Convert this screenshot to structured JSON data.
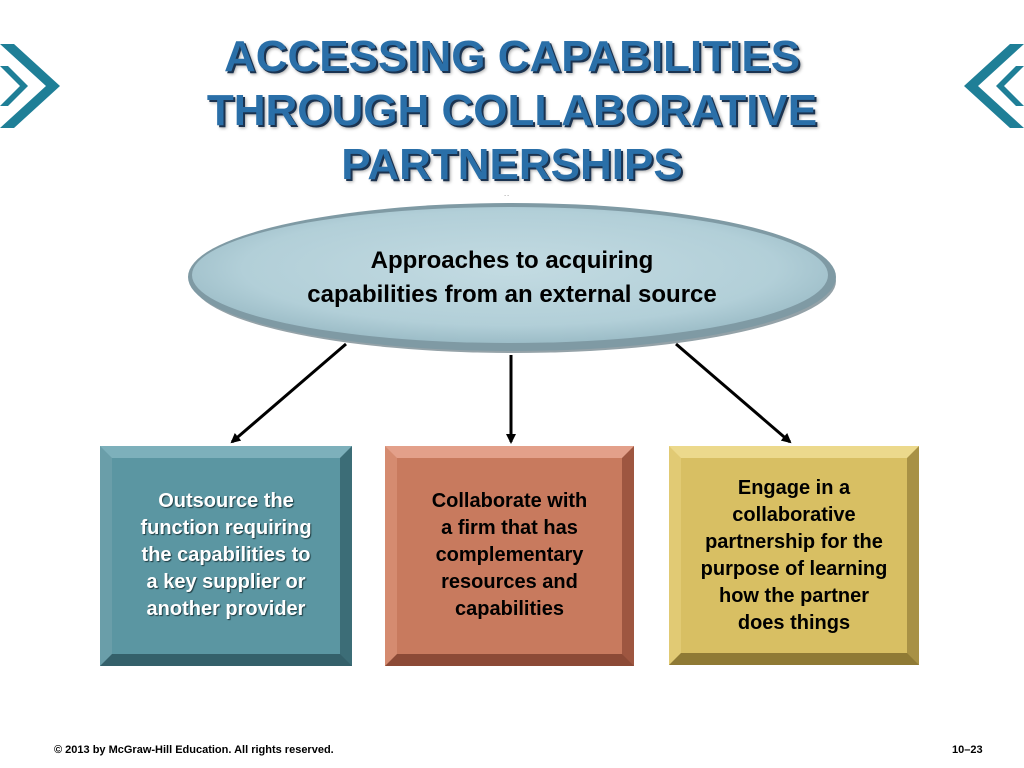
{
  "title": {
    "line1": "ACCESSING CAPABILITIES",
    "line2": "THROUGH COLLABORATIVE",
    "line3": "PARTNERSHIPS"
  },
  "ellipse": {
    "line1": "Approaches to acquiring",
    "line2": "capabilities from an external source"
  },
  "boxes": [
    {
      "lines": [
        "Outsource the",
        "function requiring",
        "the capabilities to",
        "a key supplier or",
        "another provider"
      ],
      "color": "#5b96a2"
    },
    {
      "lines": [
        "Collaborate with",
        "a firm that has",
        "complementary",
        "resources and",
        "capabilities"
      ],
      "color": "#c87a5e"
    },
    {
      "lines": [
        "Engage in a",
        "collaborative",
        "partnership for the",
        "purpose of learning",
        "how the partner",
        "does things"
      ],
      "color": "#d8bf63"
    }
  ],
  "footer": {
    "copyright": "© 2013 by McGraw-Hill Education. All rights reserved.",
    "page": "10–23"
  },
  "colors": {
    "title": "#2a6fa8",
    "ellipse_fill": "#b7d3db",
    "chevron": "#1f7f97"
  },
  "icons": {
    "left": "chevron-right-icon",
    "right": "chevron-left-icon"
  }
}
